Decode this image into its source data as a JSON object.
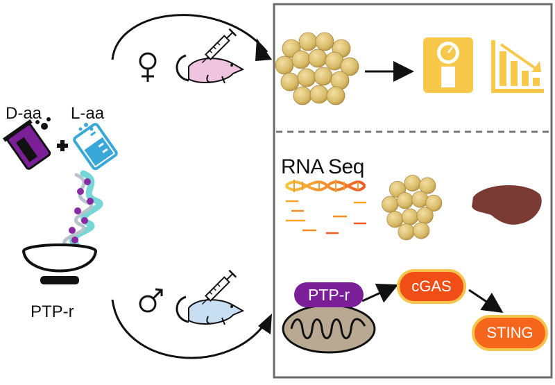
{
  "labels": {
    "d_aa": "D-aa",
    "l_aa": "L-aa",
    "ptp_r": "PTP-r",
    "rna_seq": "RNA Seq"
  },
  "pathway": {
    "ptp_r": "PTP-r",
    "cgas": "cGAS",
    "sting": "STING"
  },
  "colors": {
    "purple": "#7a1f98",
    "blue": "#3aa7d9",
    "fat": "#d9bb68",
    "yellow": "#f7c84a",
    "orange": "#f04d17",
    "liver": "#7a3b35",
    "female_mouse": "#eec4de",
    "male_mouse": "#c8def2",
    "panel_border": "#6b6b6b"
  },
  "icons": {
    "female": "female-symbol-icon",
    "male": "male-symbol-icon",
    "syringe": "syringe-icon",
    "scale": "weighing-scale-icon",
    "chart": "declining-chart-icon"
  }
}
